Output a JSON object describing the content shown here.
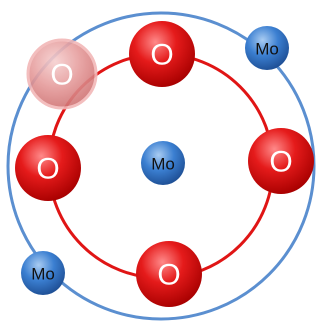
{
  "colors": {
    "outer_ring": "#5b8fd0",
    "inner_ring": "#e01515",
    "oxygen": "#dc1414",
    "oxygen_faded": "#e08888",
    "molybdenum": "#3b7fd1"
  },
  "atoms": {
    "o_vacancy": "O",
    "o_top": "O",
    "o_left": "O",
    "o_right": "O",
    "o_bottom": "O",
    "mo_center": "Mo",
    "mo_top_right": "Mo",
    "mo_bottom_left": "Mo"
  }
}
